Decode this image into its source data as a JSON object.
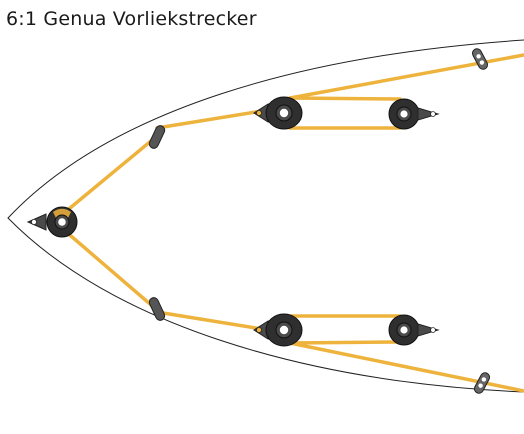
{
  "title": "6:1 Genua Vorliekstrecker",
  "colors": {
    "rope": "#eeb33c",
    "block_body": "#3a3a3a",
    "block_cheek": "#5a5a5a",
    "sheave_hub": "#ffffff",
    "hull_outline": "#222222",
    "eye_fitting": "#606060"
  },
  "components": {
    "hull": "hull-outline",
    "bow_block": "single-block",
    "deck_leads": [
      "deck-fairlead",
      "deck-fairlead"
    ],
    "upper_tackle": [
      "single-block",
      "single-block"
    ],
    "lower_tackle": [
      "single-block",
      "single-block"
    ],
    "padeyes": [
      "padeye",
      "padeye"
    ]
  }
}
